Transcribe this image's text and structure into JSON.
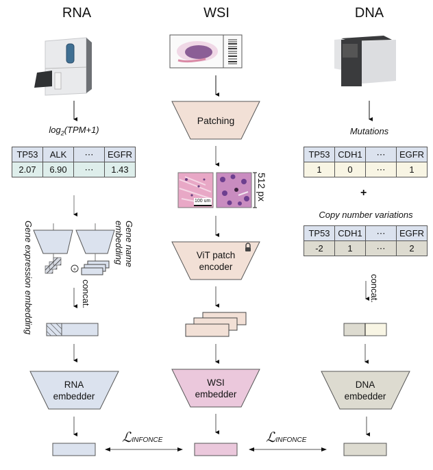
{
  "columns": {
    "rna": {
      "title": "RNA",
      "transform_label_prefix": "log",
      "transform_label_sub": "2",
      "transform_label_suffix": "(TPM+1)",
      "table": {
        "headers": [
          "TP53",
          "ALK",
          "⋯",
          "EGFR"
        ],
        "values": [
          "2.07",
          "6.90",
          "⋯",
          "1.43"
        ]
      },
      "gene_expression_label": "Gene expression embedding",
      "gene_name_label": "Gene name embedding",
      "plus_symbol": "⊕",
      "concat_label": "concat.",
      "embedder_line1": "RNA",
      "embedder_line2": "embedder"
    },
    "wsi": {
      "title": "WSI",
      "patching_label": "Patching",
      "scale_bar_label": "100 um",
      "patch_size_label": "512 px",
      "encoder_line1": "ViT patch",
      "encoder_line2": "encoder",
      "lock_icon": "lock-icon",
      "embedder_line1": "WSI",
      "embedder_line2": "embedder"
    },
    "dna": {
      "title": "DNA",
      "mutations_label": "Mutations",
      "mutations_table": {
        "headers": [
          "TP53",
          "CDH1",
          "⋯",
          "EGFR"
        ],
        "values": [
          "1",
          "0",
          "⋯",
          "1"
        ]
      },
      "plus_label": "+",
      "cnv_label": "Copy number variations",
      "cnv_table": {
        "headers": [
          "TP53",
          "CDH1",
          "⋯",
          "EGFR"
        ],
        "values": [
          "-2",
          "1",
          "⋯",
          "2"
        ]
      },
      "concat_label": "concat.",
      "embedder_line1": "DNA",
      "embedder_line2": "embedder"
    }
  },
  "loss": {
    "symbol": "ℒ",
    "subscript": "INFONCE"
  },
  "colors": {
    "rna": "#dbe2ee",
    "rna_values": "#deeeeb",
    "wsi_patch": "#f2e0d6",
    "wsi_embed": "#ebc8dc",
    "dna": "#dddbd0",
    "dna_mut": "#f8f5e4"
  }
}
